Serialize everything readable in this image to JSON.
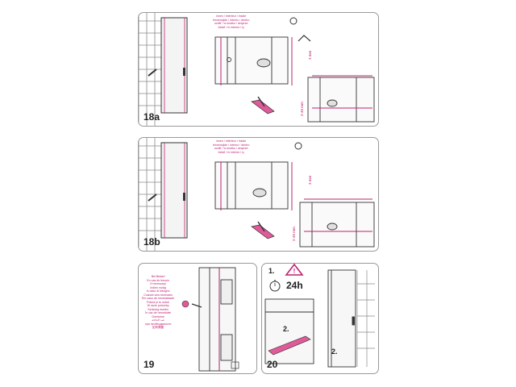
{
  "colors": {
    "accent": "#c02070",
    "line": "#333333",
    "tile": "#8a8a8a"
  },
  "steps": {
    "s18a": {
      "number": "18a",
      "label": [
        "innen / intérieur / inside",
        "binnenzijde / interno / dentro",
        "uvnitř / w środku / wnętrze",
        "belső / în interior / iç"
      ],
      "dim_top": "3 mm",
      "dim_bottom": "2-40 mm"
    },
    "s18b": {
      "number": "18b",
      "label": [
        "innen / intérieur / inside",
        "binnenzijde / interno / dentro",
        "uvnitř / w środku / wnętrze",
        "belső / în interior / iç"
      ],
      "dim_top": "3 mm",
      "dim_bottom": "2-40 mm"
    },
    "s19": {
      "number": "19",
      "notes": [
        "Bei Bedarf",
        "En cas de besoin",
        "If necessary",
        "Indien nodig",
        "In caso di bisogno",
        "Cuando sea necesario",
        "Em caso de necessidade",
        "Pokud je to nutné",
        "W razie potrzeby",
        "Szükség esetén",
        "În caz de necesitate",
        "Gerekirse",
        "عند الحاجة",
        "при необходимости",
        "如有需要"
      ]
    },
    "s20": {
      "number": "20",
      "warning_number": "1.",
      "wait_time": "24h",
      "sub_step_a": "2.",
      "sub_step_b": "2."
    }
  }
}
